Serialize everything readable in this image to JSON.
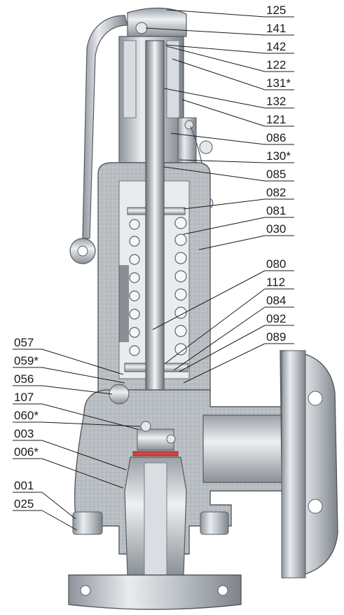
{
  "figure": {
    "labels_right": [
      "125",
      "141",
      "142",
      "122",
      "131*",
      "132",
      "121",
      "086",
      "130*",
      "085",
      "082",
      "081",
      "030",
      "080",
      "112",
      "084",
      "092",
      "089"
    ],
    "labels_left": [
      "057",
      "059*",
      "056",
      "107",
      "060*",
      "003",
      "006*",
      "001",
      "025"
    ]
  }
}
